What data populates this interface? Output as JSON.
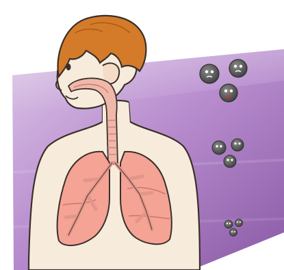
{
  "illustration": {
    "subject": "child-respiratory-system",
    "icons": [
      "smog-particle-icon"
    ],
    "colors": {
      "background_panel": "#c7a6d8",
      "panel_dark": "#8d5ea9",
      "skin": "#f5ead9",
      "hair": "#d07a2a",
      "lung": "#f2a59a",
      "airway": "#e9b4a6",
      "particle": "#5b5b5b",
      "outline": "#3a2f2a"
    },
    "particle_groups": {
      "large_count": 3,
      "medium_count": 3,
      "small_count": 3
    }
  }
}
